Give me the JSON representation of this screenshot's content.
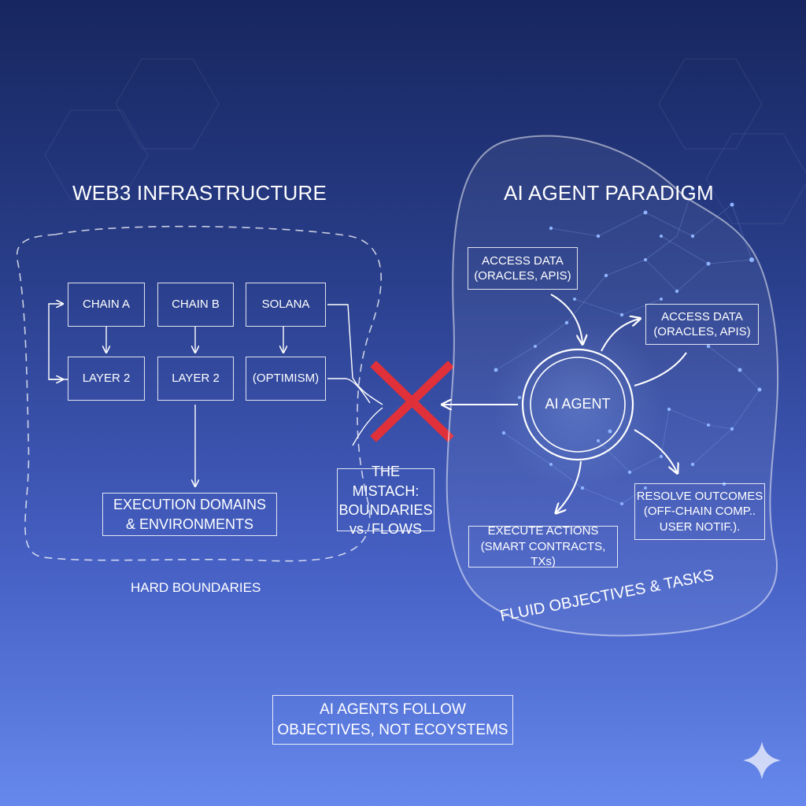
{
  "web3": {
    "title": "WEB3 INFRASTRUCTURE",
    "chains": [
      "CHAIN A",
      "CHAIN B",
      "SOLANA"
    ],
    "layers": [
      "LAYER 2",
      "LAYER 2",
      "(OPTIMISM)"
    ],
    "execution_box": "EXECUTION DOMAINS\n& ENVIRONMENTS",
    "boundary_caption": "HARD BOUNDARIES"
  },
  "mismatch": {
    "label": "THE MISTACH:\nBOUNDARIES\nvs. FLOWS",
    "cross_color": "#e0303a"
  },
  "ai": {
    "title": "AI AGENT PARADIGM",
    "agent_label": "AI AGENT",
    "access_data_1": "ACCESS DATA\n(ORACLES, APIS)",
    "access_data_2": "ACCESS DATA\n(ORACLES, APIS)",
    "resolve_outcomes": "RESOLVE OUTCOMES\n(OFF-CHAIN COMP..\nUSER NOTIF.).",
    "execute_actions": "EXECUTE ACTIONS\n(SMART CONTRACTS, TXs)",
    "fluid_caption": "FLUID OBJECTIVES & TASKS"
  },
  "footer": {
    "takeaway": "AI AGENTS FOLLOW\nOBJECTIVES, NOT ECOYSTEMS"
  },
  "colors": {
    "background_top": "#17265f",
    "background_bottom": "#6688ec",
    "network_dot": "#8fb4ff"
  },
  "icons": [
    "sparkle-icon"
  ]
}
